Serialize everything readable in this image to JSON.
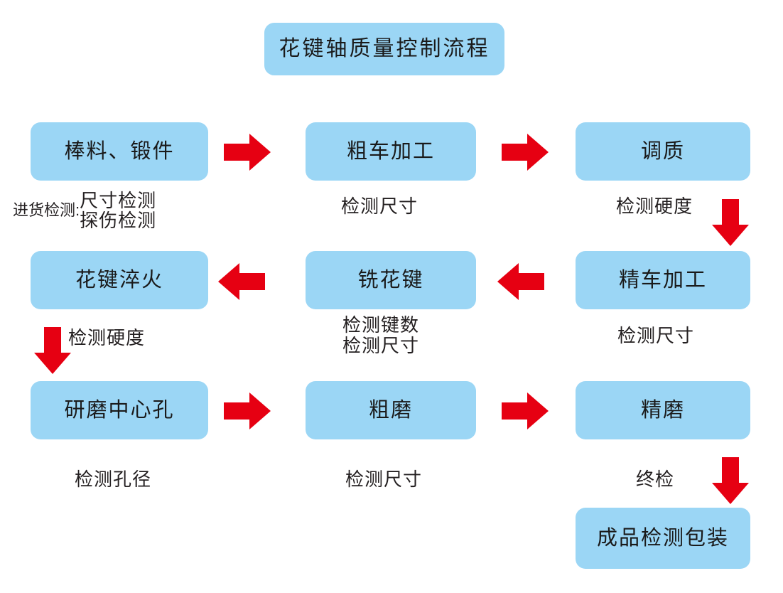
{
  "title": {
    "text": "花键轴质量控制流程"
  },
  "colors": {
    "node_fill": "#9bd6f5",
    "arrow_red": "#e60012",
    "text": "#231f20",
    "background": "#ffffff"
  },
  "rows": [
    {
      "row": 1,
      "direction": "left-to-right",
      "nodes": [
        {
          "label": "棒料、锻件",
          "caption_lead": "进货检测:",
          "caption_lines": [
            "尺寸检测",
            "探伤检测"
          ]
        },
        {
          "label": "粗车加工",
          "caption_lines": [
            "检测尺寸"
          ]
        },
        {
          "label": "调质",
          "caption_lines": [
            "检测硬度"
          ]
        }
      ]
    },
    {
      "row": 2,
      "direction": "right-to-left",
      "nodes": [
        {
          "label": "花键淬火",
          "caption_lines": [
            "检测硬度"
          ]
        },
        {
          "label": "铣花键",
          "caption_lines": [
            "检测键数",
            "检测尺寸"
          ]
        },
        {
          "label": "精车加工",
          "caption_lines": [
            "检测尺寸"
          ]
        }
      ]
    },
    {
      "row": 3,
      "direction": "left-to-right",
      "nodes": [
        {
          "label": "研磨中心孔",
          "caption_lines": [
            "检测孔径"
          ]
        },
        {
          "label": "粗磨",
          "caption_lines": [
            "检测尺寸"
          ]
        },
        {
          "label": "精磨",
          "caption_lines": [
            "终检"
          ]
        }
      ]
    }
  ],
  "final_node": {
    "label": "成品检测包装"
  },
  "arrows": [
    {
      "name": "arrow-right-r1-a",
      "direction": "right"
    },
    {
      "name": "arrow-right-r1-b",
      "direction": "right"
    },
    {
      "name": "arrow-down-r1-c3",
      "direction": "down"
    },
    {
      "name": "arrow-left-r2-a",
      "direction": "left"
    },
    {
      "name": "arrow-left-r2-b",
      "direction": "left"
    },
    {
      "name": "arrow-down-r2-c1",
      "direction": "down"
    },
    {
      "name": "arrow-right-r3-a",
      "direction": "right"
    },
    {
      "name": "arrow-right-r3-b",
      "direction": "right"
    },
    {
      "name": "arrow-down-r3-c3",
      "direction": "down"
    }
  ]
}
